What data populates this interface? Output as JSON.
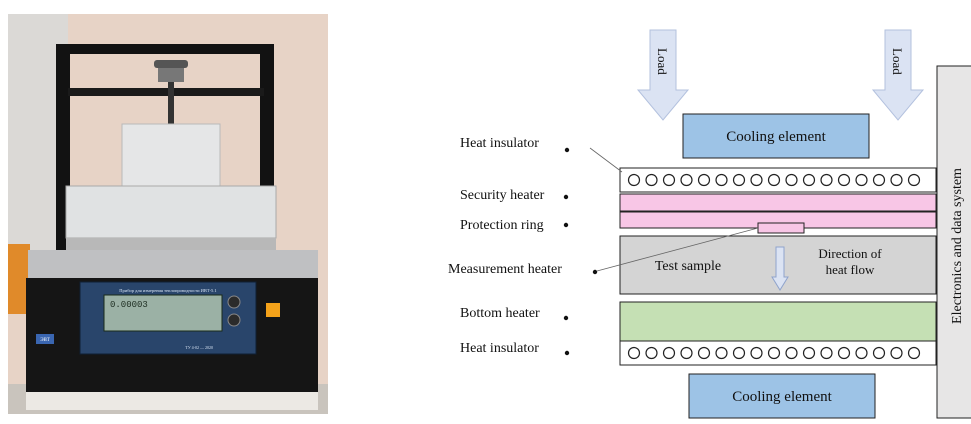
{
  "photo": {
    "screen_text": "0.00003",
    "panel_title": "Прибор для измерения теплопроводности ИВТ-5.1",
    "panel_subtitle": "ТУ 4-02 — 2020",
    "brand": "ЭВТ"
  },
  "diagram": {
    "load_left": "Load",
    "load_right": "Load",
    "cooling_top": "Cooling element",
    "cooling_bottom": "Cooling element",
    "test_sample": "Test sample",
    "direction_line1": "Direction of",
    "direction_line2": "heat flow",
    "electronics": "Electronics and data system",
    "labels": {
      "heat_insulator_top": "Heat insulator",
      "security_heater": "Security heater",
      "protection_ring": "Protection ring",
      "measurement_heater": "Measurement heater",
      "bottom_heater": "Bottom heater",
      "heat_insulator_bottom": "Heat insulator"
    },
    "colors": {
      "cooling": "#9dc3e6",
      "security": "#f8c6e6",
      "sample": "#d4d4d4",
      "bottom_heater": "#c5e0b4",
      "arrow": "#dbe3f3",
      "electronics": "#e7e6e6"
    }
  }
}
